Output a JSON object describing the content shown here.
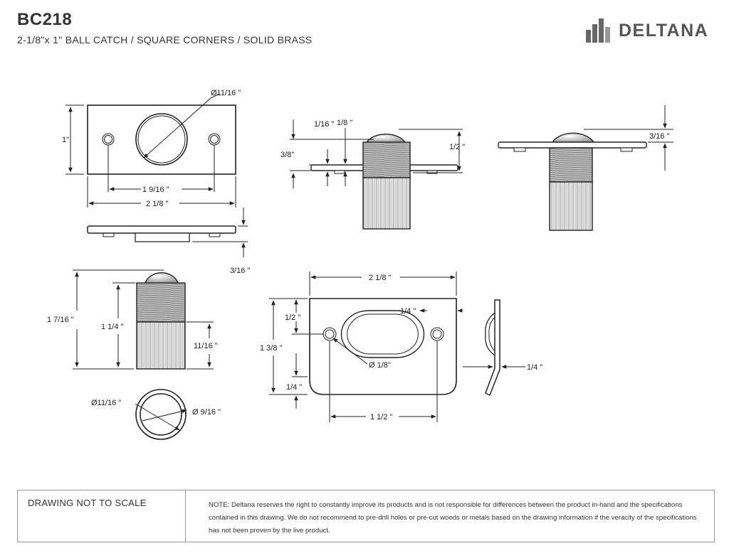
{
  "header": {
    "model": "BC218",
    "subtitle": "2-1/8\"x 1\" BALL CATCH / SQUARE CORNERS / SOLID BRASS",
    "brand": "DELTANA",
    "brand_icon": "deltana-bars-icon"
  },
  "dimensions": {
    "top_plate_hole_dia": "Ø11/16 \"",
    "top_plate_height": "1\"",
    "top_plate_hole_spacing": "1  9/16 \"",
    "top_plate_width": "2 1/8 \"",
    "plate_side_thickness": "3/16 \"",
    "side_a_1_16": "1/16 \"",
    "side_a_1_8": "1/8 \"",
    "side_a_3_8": "3/8\"",
    "side_a_1_2": "1/2 \"",
    "side_b_3_16": "3/16 \"",
    "body_total_height": "1  7/16 \"",
    "body_thread_height": "1 1/4 \"",
    "body_lower_height": "11/16 \"",
    "end_outer_dia": "Ø11/16 \"",
    "end_inner_dia": "Ø 9/16 \"",
    "strike_width": "2 1/8 \"",
    "strike_height": "1 3/8 \"",
    "strike_top_offset": "1/2 \"",
    "strike_bottom_offset": "1/4 \"",
    "strike_slot_offset": "1/4 \"",
    "strike_hole_dia": "Ø 1/8\"",
    "strike_hole_spacing": "1 1/2 \"",
    "strike_lip": "1/4 \""
  },
  "footer": {
    "scale_note": "DRAWING NOT TO SCALE",
    "disclaimer": "NOTE: Deltana reserves the right to constantly improve its products and is not responsible for differences between the product in-hand and the specifications contained in this drawing. We do not recommend to pre-drill holes or pre-cut woods or metals based on the drawing information if the veracity of the specifications has not been proven by the live product."
  }
}
